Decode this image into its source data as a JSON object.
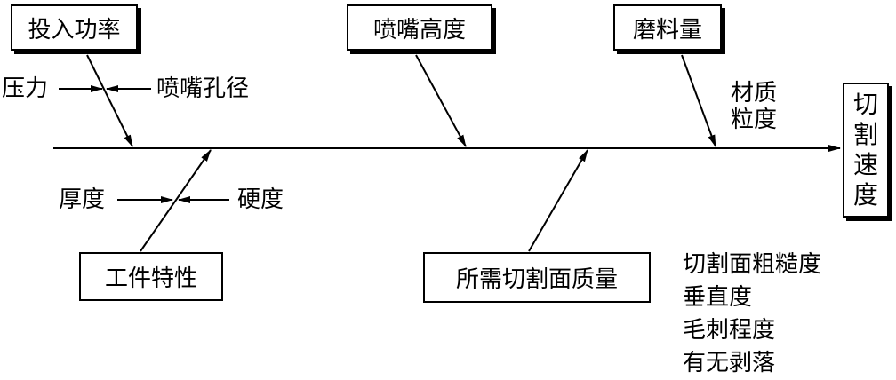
{
  "effect": {
    "label": "切割速度",
    "chars": [
      "切",
      "割",
      "速",
      "度"
    ]
  },
  "causes": {
    "input_power": "投入功率",
    "nozzle_height": "喷嘴高度",
    "abrasive_amount": "磨料量",
    "workpiece_properties": "工件特性",
    "required_surface_quality": "所需切割面质量"
  },
  "sub_causes": {
    "pressure": "压力",
    "nozzle_bore": "喷嘴孔径",
    "material": "材质",
    "granularity": "粒度",
    "thickness": "厚度",
    "hardness": "硬度"
  },
  "quality_items": [
    "切割面粗糙度",
    "垂直度",
    "毛刺程度",
    "有无剥落"
  ]
}
